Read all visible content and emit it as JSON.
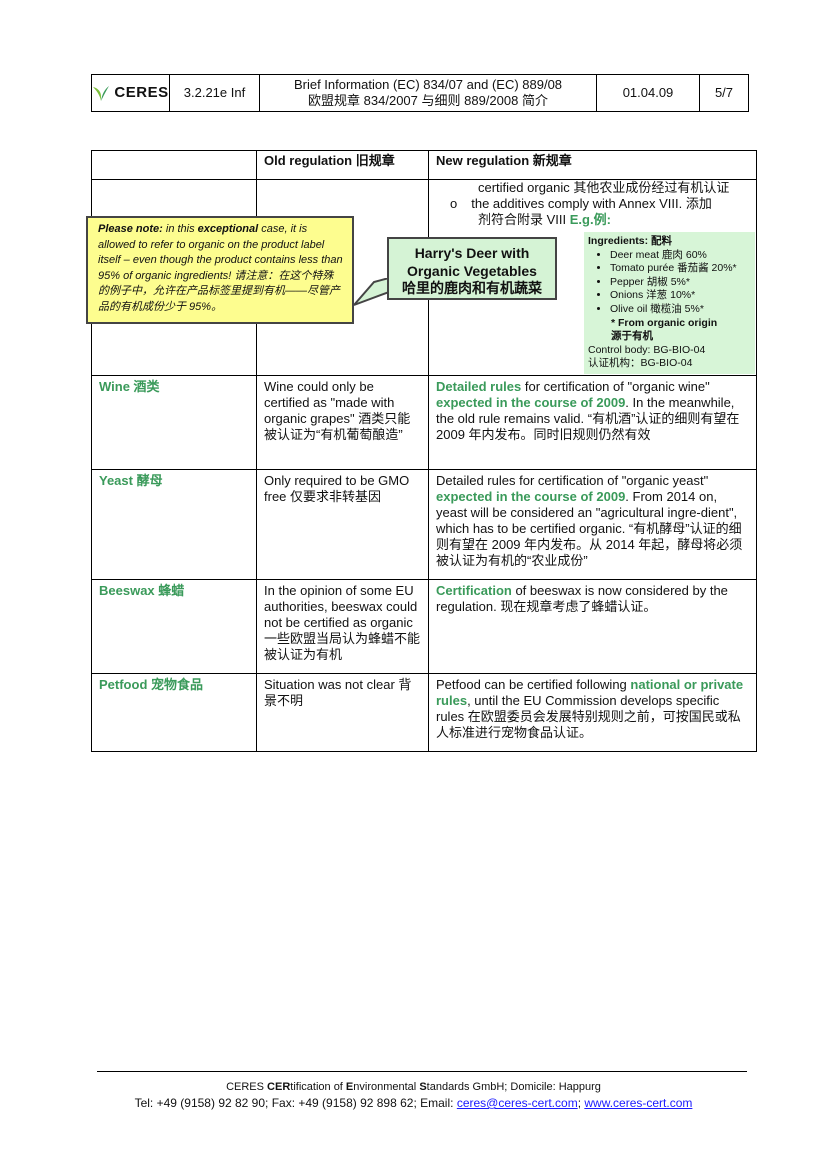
{
  "header": {
    "logo_text": "CERES",
    "doc_code": "3.2.21e Inf",
    "title_en": "Brief Information (EC) 834/07 and (EC) 889/08",
    "title_cn": "欧盟规章 834/2007 与细则 889/2008 简介",
    "date": "01.04.09",
    "page": "5/7"
  },
  "table": {
    "headers": [
      "",
      "Old regulation 旧规章",
      "New regulation 新规章"
    ],
    "continuation": {
      "line1": "certified organic 其他农业成份经过有机认证",
      "bullet": "o",
      "line2": "the additives comply with Annex VIII. 添加",
      "line3": "剂符合附录 VIII ",
      "eg": "E.g.例:"
    },
    "rows": [
      {
        "category": "Wine 酒类",
        "old": "Wine could only be certified as \"made with organic grapes\" 酒类只能被认证为“有机葡萄酿造”",
        "new_pre": "",
        "new_hl1": "Detailed rules",
        "new_mid": " for certification of \"organic wine\" ",
        "new_hl2": "expected in the course of 2009",
        "new_post": ". In the meanwhile, the old rule remains valid. “有机酒”认证的细则有望在 2009 年内发布。同时旧规则仍然有效"
      },
      {
        "category": "Yeast 酵母",
        "old": "Only required to be GMO free 仅要求非转基因",
        "new_pre": "Detailed rules for certification of \"organic yeast\" ",
        "new_hl1": "expected in the course of 2009",
        "new_mid": ". From 2014 on, yeast will be considered an \"agricultural ingre-dient\", which has to be certified organic. “有机酵母”认证的细则有望在 2009 年内发布。从 2014 年起，酵母将必须被认证为有机的“农业成份”",
        "new_hl2": "",
        "new_post": ""
      },
      {
        "category": "Beeswax 蜂蜡",
        "old": "In the opinion of some EU authorities, beeswax could not be certified as organic 一些欧盟当局认为蜂蜡不能被认证为有机",
        "new_pre": "",
        "new_hl1": "Certification",
        "new_mid": " of beeswax is now considered by the regulation. 现在规章考虑了蜂蜡认证。",
        "new_hl2": "",
        "new_post": ""
      },
      {
        "category": "Petfood 宠物食品",
        "old": "Situation was not clear 背景不明",
        "new_pre": "Petfood can be certified following ",
        "new_hl1": "national or private rules",
        "new_mid": ", until the EU Commission develops specific rules 在欧盟委员会发展特别规则之前，可按国民或私人标准进行宠物食品认证。",
        "new_hl2": "",
        "new_post": ""
      }
    ]
  },
  "note": {
    "label": "Please note:",
    "text1": " in this ",
    "bold": "exceptional",
    "text2": " case, it is allowed to refer to organic on the product label itself – even though the product contains less than 95% of organic ingredients! 请注意：在这个特殊的例子中，允许在产品标签里提到有机——尽管产品的有机成份少于 95%。"
  },
  "product_label": {
    "line1": "Harry's Deer with",
    "line2": "Organic Vegetables",
    "line3": "哈里的鹿肉和有机蔬菜"
  },
  "ingredients": {
    "title": "Ingredients: 配料",
    "items": [
      "Deer meat 鹿肉 60%",
      "Tomato purée 番茄酱 20%*",
      "Pepper 胡椒 5%*",
      "Onions 洋葱 10%*",
      "Olive oil 橄榄油 5%*"
    ],
    "origin_en": "* From organic origin",
    "origin_cn": "源于有机",
    "control_en": "Control body: BG-BIO-04",
    "control_cn": "认证机构：BG-BIO-04"
  },
  "footer": {
    "line1_a": "CERES ",
    "line1_b": "CER",
    "line1_c": "tification of ",
    "line1_d": "E",
    "line1_e": "nvironmental ",
    "line1_f": "S",
    "line1_g": "tandards GmbH;  Domicile: Happurg",
    "line2": "Tel: +49 (9158) 92 82 90;  Fax: +49 (9158) 92 898 62;  Email: ",
    "email": "ceres@ceres-cert.com",
    "sep": ";  ",
    "web": "www.ceres-cert.com"
  },
  "colors": {
    "accent_green": "#3a9a5a",
    "note_yellow": "#fdfd8f",
    "label_green": "#d5f3d5"
  }
}
